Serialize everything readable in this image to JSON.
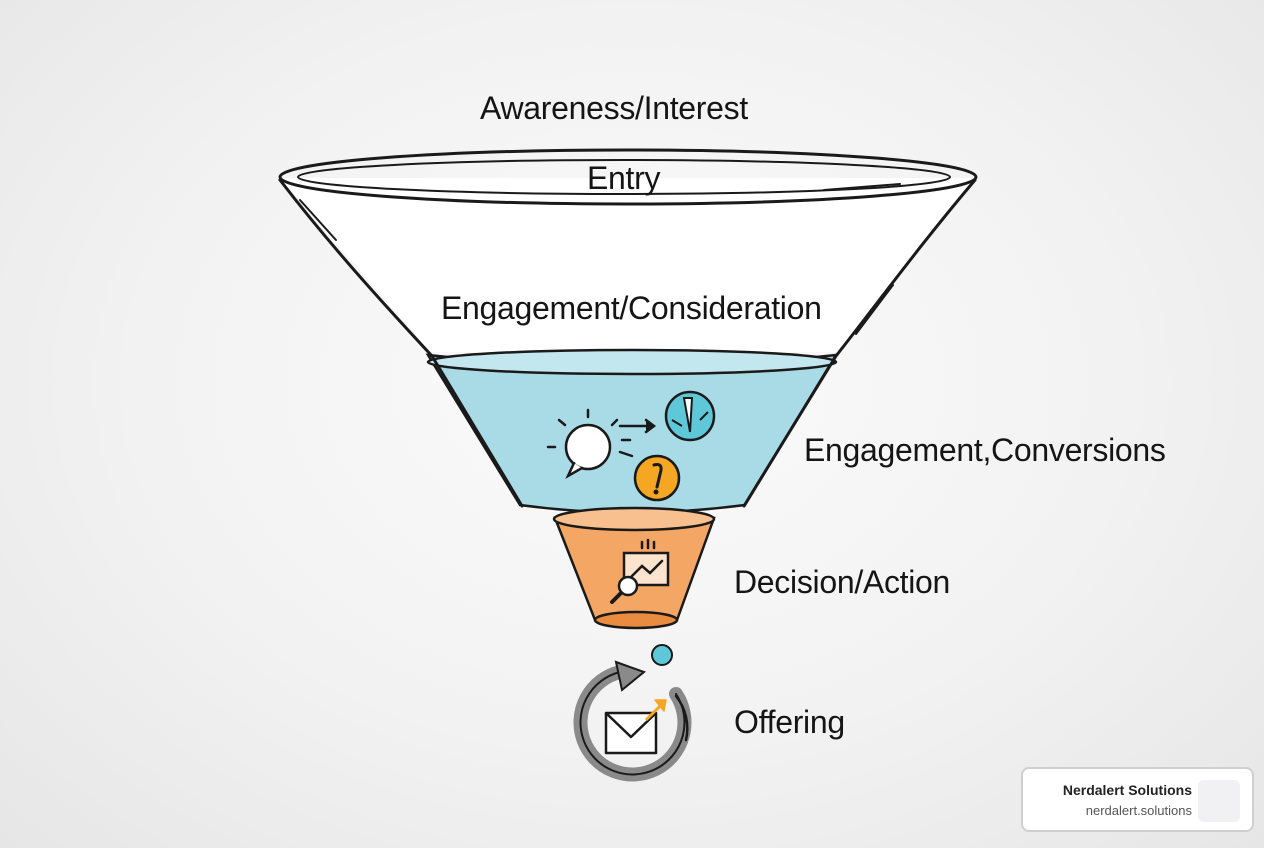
{
  "stages": {
    "awareness": "Awareness/Interest",
    "entry": "Entry",
    "consideration": "Engagement/Consideration",
    "conversions": "Engagement,Conversions",
    "decision": "Decision/Action",
    "offering": "Offering"
  },
  "colors": {
    "outline": "#1a1a1a",
    "water": "#a8dbe6",
    "water_dark": "#7cc5d6",
    "orange": "#f4a765",
    "orange_dark": "#e98c3f",
    "accent_orange": "#f5a623",
    "accent_teal": "#5ec7d8",
    "cycle_gray": "#8a8a8a"
  },
  "icons": [
    "idea-bubble-icon",
    "arrow-right-icon",
    "globe-pen-icon",
    "alert-bubble-icon",
    "chart-magnifier-icon",
    "refresh-cycle-icon",
    "envelope-icon"
  ],
  "branding": {
    "name": "Nerdalert Solutions",
    "url": "nerdalert.solutions"
  }
}
